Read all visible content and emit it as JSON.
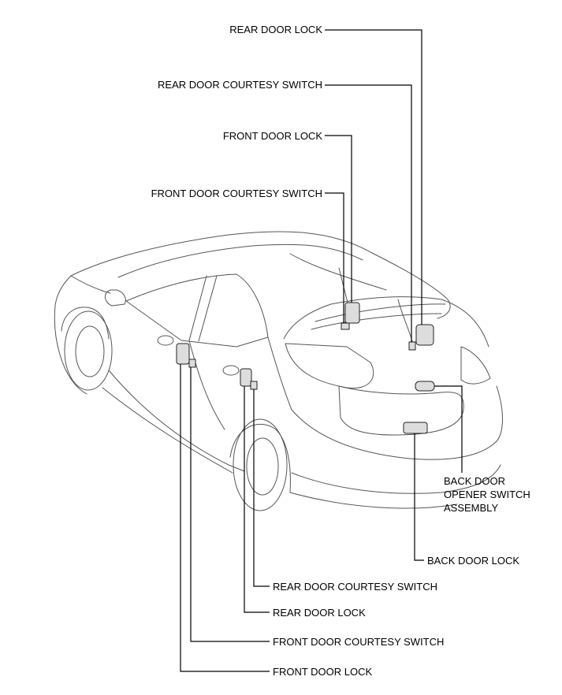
{
  "labels": {
    "top_rear_door_lock": "REAR DOOR LOCK",
    "top_rear_door_courtesy_switch": "REAR DOOR COURTESY SWITCH",
    "top_front_door_lock": "FRONT DOOR LOCK",
    "top_front_door_courtesy_switch": "FRONT DOOR COURTESY SWITCH",
    "back_door_opener_line1": "BACK DOOR",
    "back_door_opener_line2": "OPENER SWITCH",
    "back_door_opener_line3": "ASSEMBLY",
    "back_door_lock": "BACK DOOR LOCK",
    "bottom_rear_door_courtesy_switch": "REAR DOOR COURTESY SWITCH",
    "bottom_rear_door_lock": "REAR DOOR LOCK",
    "bottom_front_door_courtesy_switch": "FRONT DOOR COURTESY SWITCH",
    "bottom_front_door_lock": "FRONT DOOR LOCK"
  }
}
